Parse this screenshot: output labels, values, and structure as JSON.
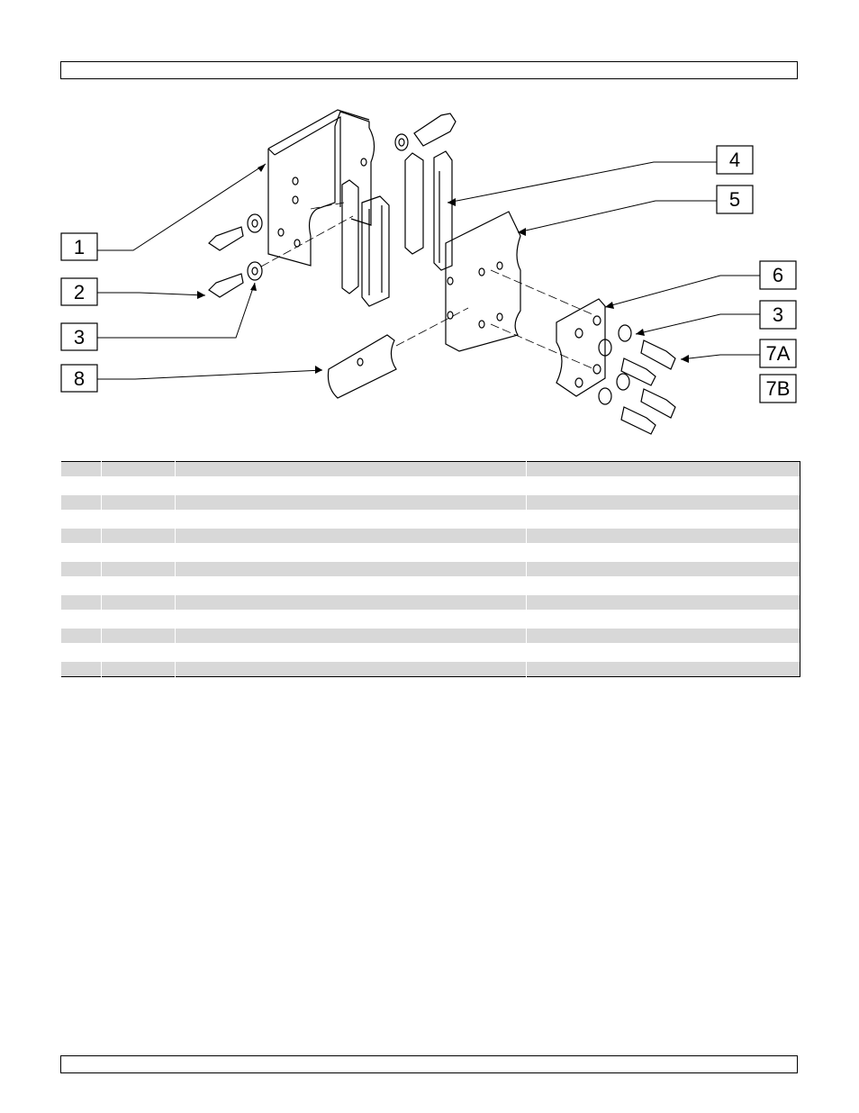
{
  "diagram": {
    "callouts": [
      "1",
      "2",
      "3",
      "4",
      "5",
      "6",
      "3",
      "7A",
      "7B",
      "8"
    ]
  },
  "table": {
    "columns": 4,
    "row_count": 13
  }
}
